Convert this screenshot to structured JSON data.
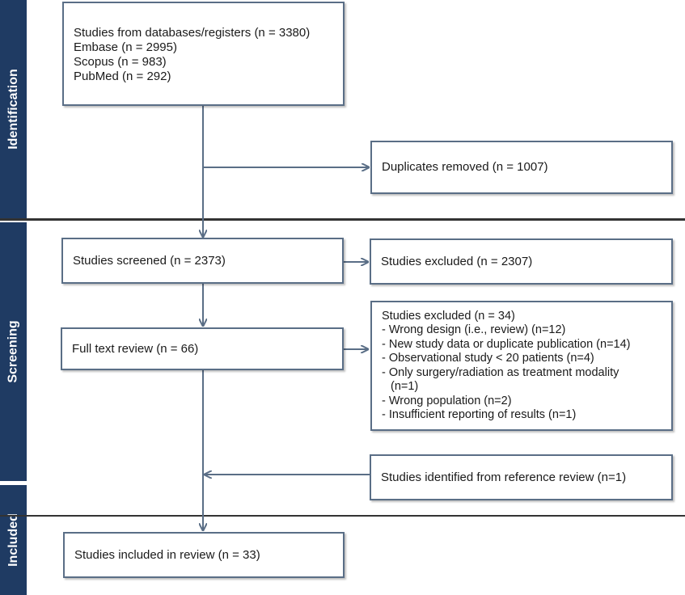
{
  "stages": [
    {
      "id": "identification",
      "label": "Identification"
    },
    {
      "id": "screening",
      "label": "Screening"
    },
    {
      "id": "included",
      "label": "Included"
    }
  ],
  "boxes": {
    "databases": {
      "lines": [
        "Studies from databases/registers (n = 3380)",
        "Embase (n = 2995)",
        "Scopus (n = 983)",
        "PubMed (n = 292)"
      ]
    },
    "duplicates": {
      "text": "Duplicates removed (n = 1007)"
    },
    "screened": {
      "text": "Studies screened (n = 2373)"
    },
    "excluded_screen": {
      "text": "Studies excluded (n = 2307)"
    },
    "full_text": {
      "text": "Full text review (n = 66)"
    },
    "excluded_full": {
      "lines": [
        "Studies excluded (n = 34)",
        "- Wrong design (i.e., review) (n=12)",
        "- New study data or duplicate publication (n=14)",
        "- Observational study < 20 patients (n=4)",
        "- Only surgery/radiation as treatment modality",
        "(n=1)",
        "- Wrong population (n=2)",
        "- Insufficient reporting of results (n=1)"
      ]
    },
    "reference_review": {
      "text": "Studies identified from reference review (n=1)"
    },
    "included": {
      "text": "Studies included in review (n = 33)"
    }
  },
  "colors": {
    "stage_bar": "#1f3b63",
    "box_border": "#5a6e86",
    "arrow": "#5a6e86",
    "divider": "#333333"
  }
}
